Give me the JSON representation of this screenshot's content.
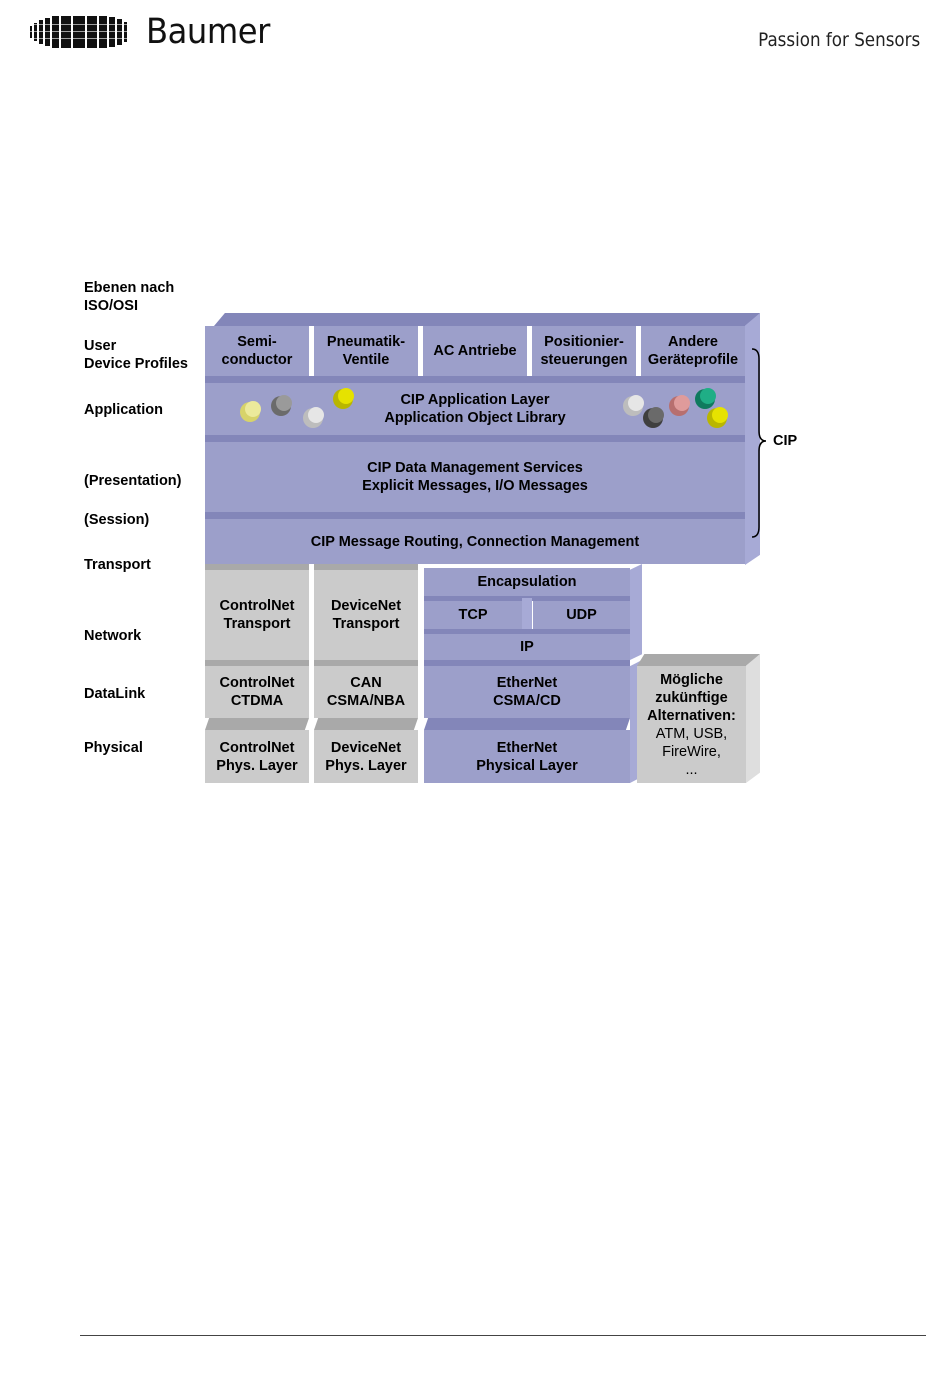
{
  "header": {
    "brand": "Baumer",
    "tagline": "Passion for Sensors"
  },
  "layers": {
    "heading": "Ebenen nach\nISO/OSI",
    "user": "User\nDevice Profiles",
    "application": "Application",
    "presentation": "(Presentation)",
    "session": "(Session)",
    "transport": "Transport",
    "network": "Network",
    "datalink": "DataLink",
    "physical": "Physical"
  },
  "profiles": [
    "Semi-\nconductor",
    "Pneumatik-\nVentile",
    "AC Antriebe",
    "Positionier-\nsteuerungen",
    "Andere\nGeräteprofile"
  ],
  "cip": {
    "application_layer": "CIP Application Layer\nApplication Object Library",
    "data_management": "CIP Data Management Services\nExplicit Messages, I/O Messages",
    "message_routing": "CIP Message Routing, Connection Management",
    "bracket_label": "CIP"
  },
  "network": {
    "controlnet_transport": "ControlNet\nTransport",
    "devicenet_transport": "DeviceNet\nTransport",
    "encapsulation": "Encapsulation",
    "tcp": "TCP",
    "udp": "UDP",
    "ip": "IP"
  },
  "datalink": {
    "controlnet": "ControlNet\nCTDMA",
    "can": "CAN\nCSMA/NBA",
    "ethernet": "EtherNet\nCSMA/CD"
  },
  "physical": {
    "controlnet": "ControlNet\nPhys. Layer",
    "devicenet": "DeviceNet\nPhys. Layer",
    "ethernet": "EtherNet\nPhysical Layer"
  },
  "future": {
    "heading": "Mögliche\nzukünftige\nAlternativen:",
    "items": "ATM, USB,\nFireWire,\n..."
  },
  "colors": {
    "cip_block": "#9c9fca",
    "legacy_block": "#cbcbcb",
    "object_yellow": "#d9d900",
    "object_green": "#1a9b7a",
    "object_red": "#d98a8a",
    "object_dark": "#555555"
  }
}
